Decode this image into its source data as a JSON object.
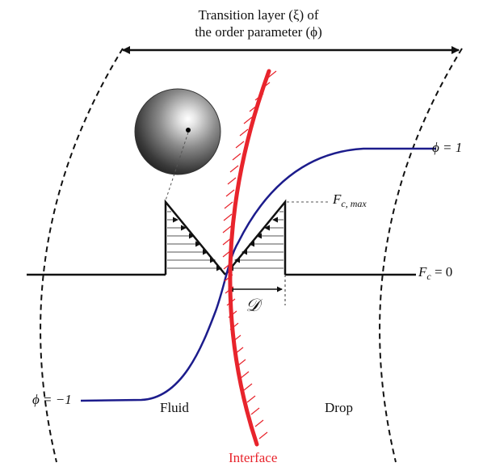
{
  "title": {
    "line1": "Transition layer (ξ) of",
    "line2": "the order parameter (ϕ)"
  },
  "labels": {
    "phi_pos": "ϕ = 1",
    "phi_neg": "ϕ = −1",
    "fc_max_main": "F",
    "fc_max_sub": "c, max",
    "fc_zero_main": "F",
    "fc_zero_sub": "c",
    "fc_zero_tail": " = 0",
    "distance": "𝒟",
    "fluid": "Fluid",
    "drop": "Drop",
    "interface": "Interface"
  },
  "colors": {
    "interface": "#e8242c",
    "order_parameter_curve": "#1c1c8c",
    "force_profile": "#111111",
    "transition_boundary": "#111111"
  },
  "icons": {
    "particle": "shaded-sphere",
    "transition_width": "double-headed-arrow"
  }
}
